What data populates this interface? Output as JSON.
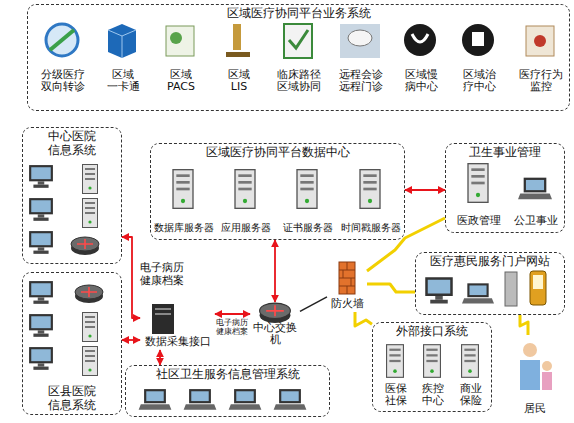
{
  "diagram": {
    "nodes": [
      {
        "text": [
          "区域医疗协同平台业务系统"
        ]
      },
      {
        "text": [
          "分级医疗 双向转诊"
        ],
        "in": 0
      },
      {
        "text": [
          "区域 一卡通"
        ],
        "in": 0
      },
      {
        "text": [
          "区域 PACS"
        ],
        "in": 0
      },
      {
        "text": [
          "区域 LIS"
        ],
        "in": 0
      },
      {
        "text": [
          "临床路径 区域协同"
        ],
        "in": 0
      },
      {
        "text": [
          "远程会诊 远程门诊"
        ],
        "in": 0
      },
      {
        "text": [
          "区域慢 病中心"
        ],
        "in": 0
      },
      {
        "text": [
          "区域治 疗中心"
        ],
        "in": 0
      },
      {
        "text": [
          "医疗行为 监控"
        ],
        "in": 0
      },
      {
        "text": [
          "中心医院 信息系统"
        ]
      },
      {
        "text": [
          "区域医疗协同平台数据中心"
        ]
      },
      {
        "text": [
          "数据库服务器"
        ],
        "in": 11
      },
      {
        "text": [
          "应用服务器"
        ],
        "in": 11
      },
      {
        "text": [
          "证书服务器"
        ],
        "in": 11
      },
      {
        "text": [
          "时间戳服务器"
        ],
        "in": 11
      },
      {
        "text": [
          "卫生事业管理"
        ]
      },
      {
        "text": [
          "医政管理"
        ],
        "in": 16
      },
      {
        "text": [
          "公卫事业"
        ],
        "in": 16
      },
      {
        "text": [
          "医疗惠民服务门户网站"
        ]
      },
      {
        "text": [
          "数据采集接口"
        ]
      },
      {
        "text": [
          "中心交换机"
        ]
      },
      {
        "text": [
          "防火墙"
        ]
      },
      {
        "text": [
          "区县医院 信息系统"
        ]
      },
      {
        "text": [
          "外部接口系统"
        ]
      },
      {
        "text": [
          "医保 社保"
        ],
        "in": 24
      },
      {
        "text": [
          "疾控 中心"
        ],
        "in": 24
      },
      {
        "text": [
          "商业 保险"
        ],
        "in": 24
      },
      {
        "text": [
          "社区卫生服务信息管理系统"
        ]
      },
      {
        "text": [
          "居民"
        ]
      }
    ],
    "edges": [
      {
        "from": 10,
        "to": 20,
        "arrow": "both",
        "label": "电子病历 健康档案"
      },
      {
        "from": 23,
        "to": 20,
        "arrow": "both"
      },
      {
        "from": 28,
        "to": 20,
        "arrow": "both"
      },
      {
        "from": 20,
        "to": 21,
        "arrow": "both",
        "label": "电子病历 健康档案"
      },
      {
        "from": 21,
        "to": 11,
        "arrow": "both"
      },
      {
        "from": 11,
        "to": 16,
        "arrow": "both"
      },
      {
        "from": 21,
        "to": 22,
        "arrow": "none"
      },
      {
        "from": 22,
        "to": 16,
        "arrow": "none"
      },
      {
        "from": 22,
        "to": 19,
        "arrow": "none"
      },
      {
        "from": 22,
        "to": 24,
        "arrow": "none"
      },
      {
        "from": 19,
        "to": 29,
        "arrow": "none"
      }
    ]
  }
}
